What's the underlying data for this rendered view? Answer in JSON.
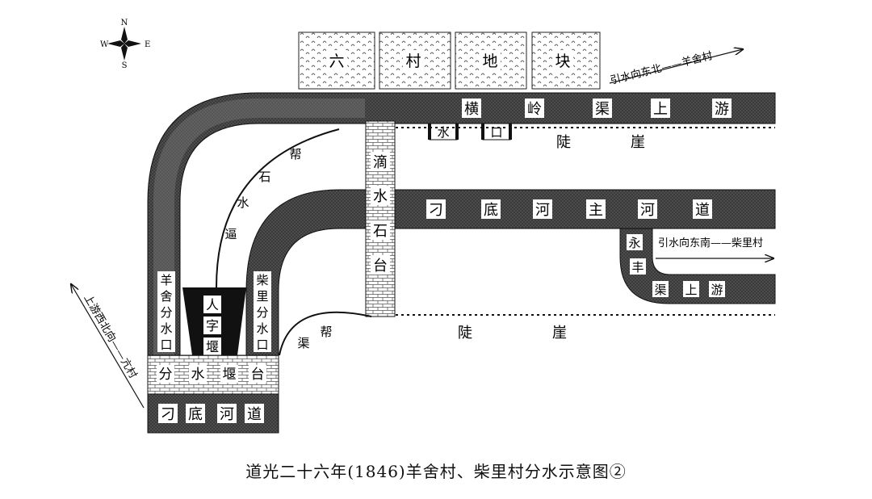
{
  "compass": {
    "n": "N",
    "s": "S",
    "e": "E",
    "w": "W"
  },
  "plots": [
    "六",
    "村",
    "地",
    "块"
  ],
  "upper_canal": [
    "横",
    "岭",
    "渠",
    "上",
    "游"
  ],
  "upper_notes": {
    "dir": "引水向东北——羊舍村"
  },
  "inlet_chars": [
    "水",
    "口"
  ],
  "cliff1": [
    "陡",
    "崖"
  ],
  "cliff2": [
    "陡",
    "崖"
  ],
  "main_river": [
    "刁",
    "底",
    "河",
    "主",
    "河",
    "道"
  ],
  "bottom_river": [
    "刁",
    "底",
    "河",
    "道"
  ],
  "drip_tower": [
    "滴",
    "水",
    "石",
    "台"
  ],
  "ditch_upper": [
    "帮",
    "石",
    "水",
    "逼"
  ],
  "ditch_lower": [
    "渠",
    "帮"
  ],
  "weir": [
    "人",
    "字",
    "堰"
  ],
  "weir_platform": [
    "分",
    "水",
    "堰",
    "台"
  ],
  "yangshe_outlet": [
    "羊",
    "舍",
    "分",
    "水",
    "口"
  ],
  "chaili_outlet": [
    "柴",
    "里",
    "分",
    "水",
    "口"
  ],
  "yongfeng": [
    "永",
    "丰",
    "渠",
    "上",
    "游"
  ],
  "lower_notes": {
    "dir": "引水向东南——柴里村"
  },
  "upstream_note": "上游西北向——亢村",
  "caption": "道光二十六年(1846)羊舍村、柴里村分水示意图②"
}
